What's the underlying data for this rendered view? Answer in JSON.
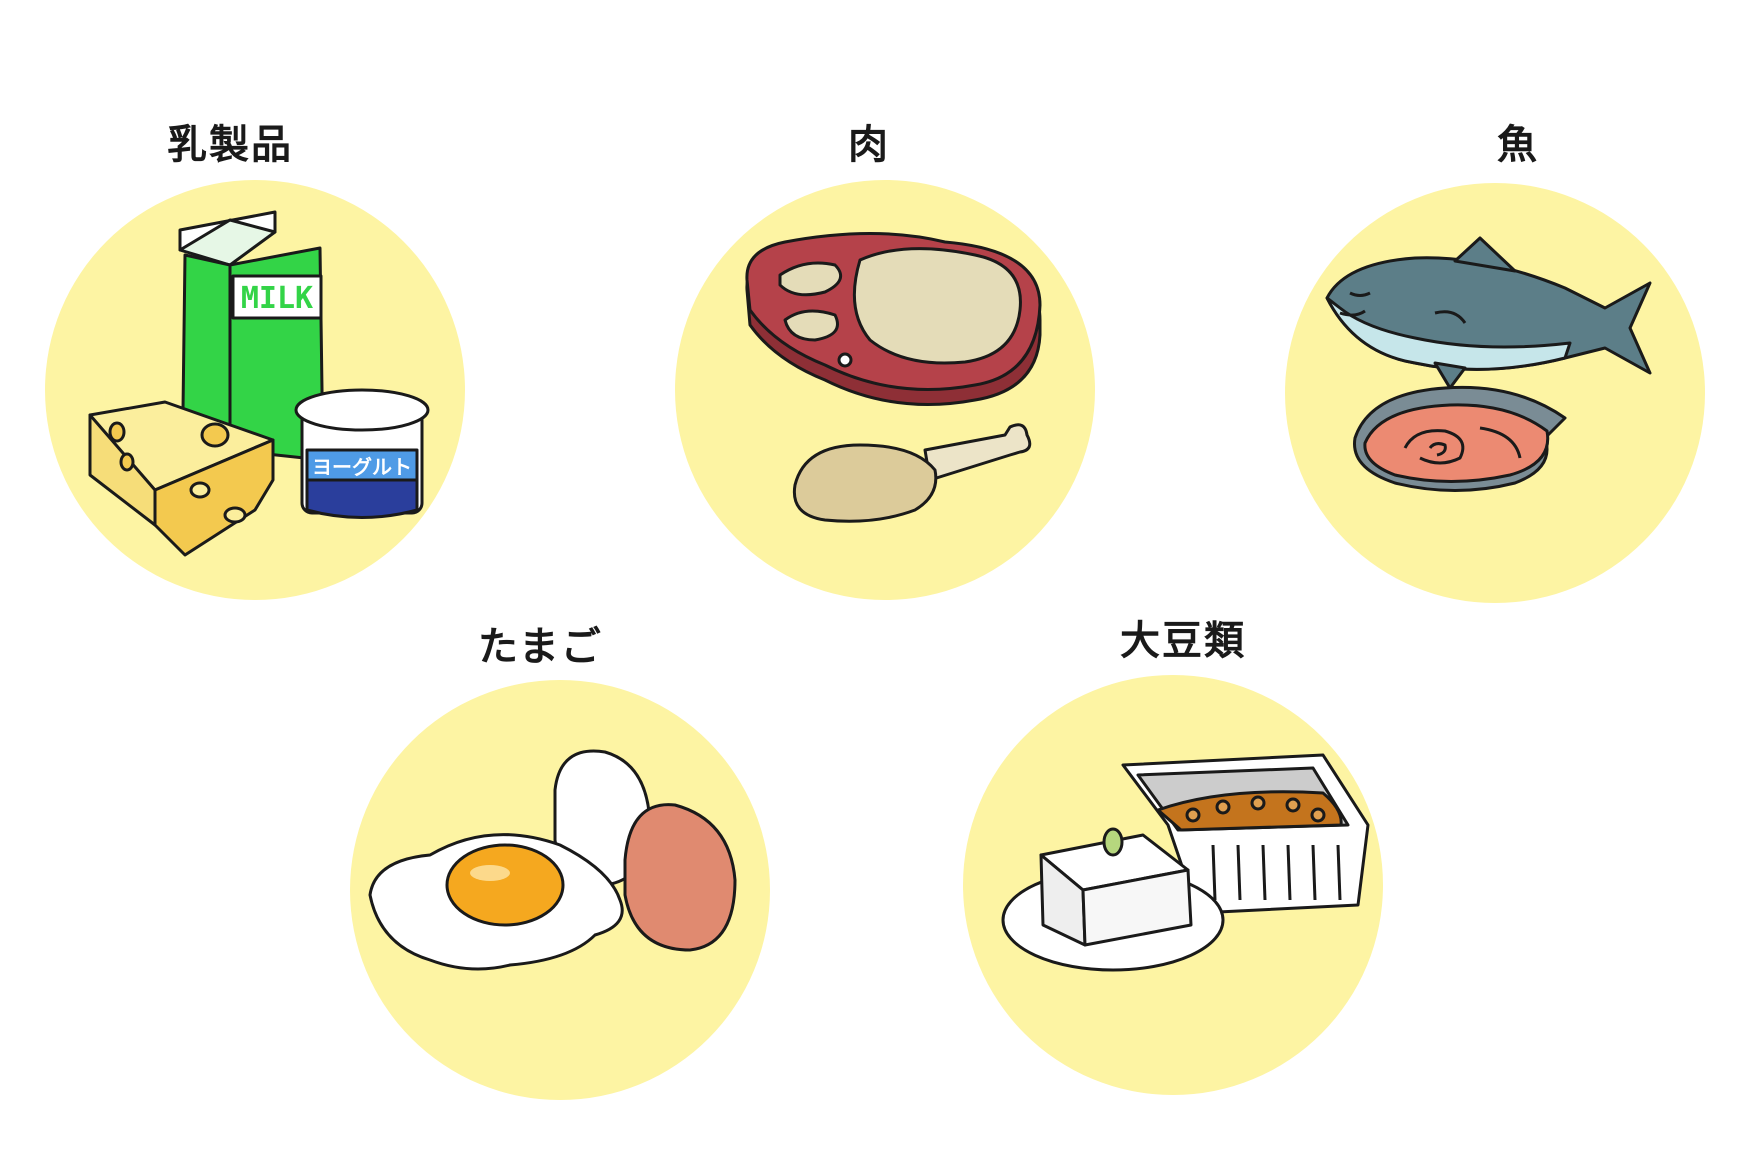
{
  "colors": {
    "circle": "#fdf4a3",
    "ink": "#1a1a1a",
    "milk_green": "#33d447",
    "meat_red": "#b5424a",
    "fish_blue": "#5c7e88",
    "salmon": "#ec8a72",
    "yolk": "#f5a81f",
    "brown_egg": "#e08a70",
    "natto": "#c4741d"
  },
  "categories": [
    {
      "label": "乳製品",
      "icon": "dairy-illustration",
      "milk_text": "MILK",
      "yogurt_text": "ヨーグルト"
    },
    {
      "label": "肉",
      "icon": "meat-illustration"
    },
    {
      "label": "魚",
      "icon": "fish-illustration"
    },
    {
      "label": "たまご",
      "icon": "egg-illustration"
    },
    {
      "label": "大豆類",
      "icon": "soy-illustration"
    }
  ]
}
